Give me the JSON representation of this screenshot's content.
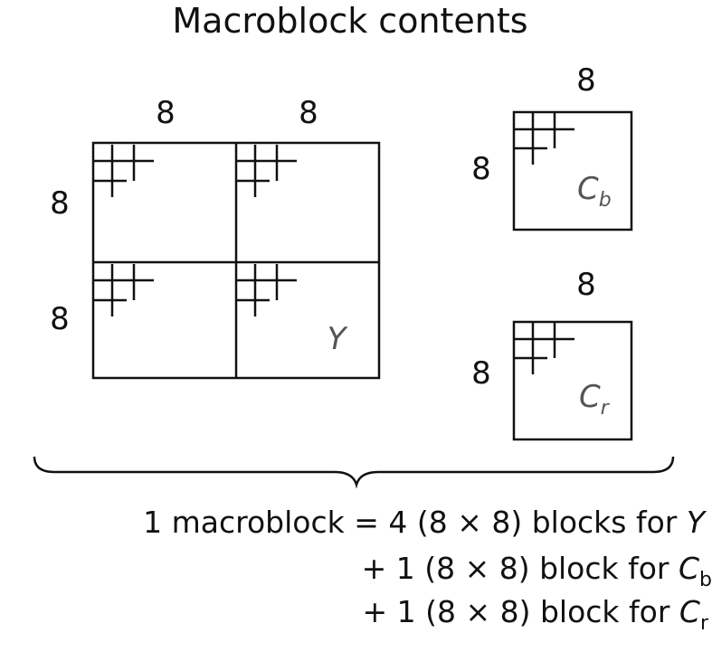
{
  "title": "Macroblock contents",
  "y_block": {
    "col_dims": [
      "8",
      "8"
    ],
    "row_dims": [
      "8",
      "8"
    ],
    "label": "Y"
  },
  "cb_block": {
    "top_dim": "8",
    "side_dim": "8",
    "label_main": "C",
    "label_sub": "b"
  },
  "cr_block": {
    "top_dim": "8",
    "side_dim": "8",
    "label_main": "C",
    "label_sub": "r"
  },
  "formula": {
    "line1_text": "1 macroblock = 4 (8 × 8) blocks for ",
    "line1_var": "Y",
    "line2_text": "+ 1 (8 × 8) block for ",
    "line2_var": "C",
    "line2_sub": "b",
    "line3_text": "+ 1 (8 × 8) block for ",
    "line3_var": "C",
    "line3_sub": "r"
  }
}
